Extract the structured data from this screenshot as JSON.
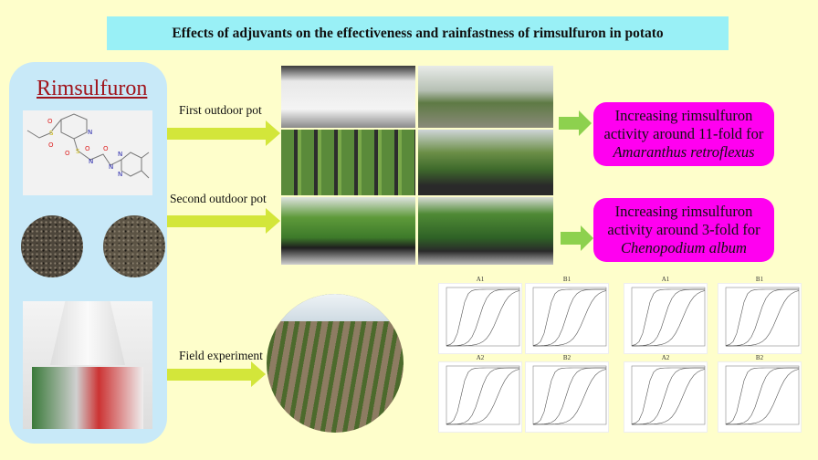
{
  "title": "Effects of adjuvants on the effectiveness and rainfastness of rimsulfuron in potato",
  "left_panel": {
    "heading": "Rimsulfuron",
    "molecule_image": "rimsulfuron-structure",
    "seed_images": [
      "seed-sample-1",
      "seed-sample-2"
    ],
    "product_image": "herbicide-bottle"
  },
  "steps": [
    {
      "label": "First outdoor pot"
    },
    {
      "label": "Second outdoor pot"
    },
    {
      "label": "Field experiment"
    }
  ],
  "results": [
    {
      "line1": "Increasing rimsulfuron",
      "line2": "activity around 11-fold for",
      "species": "Amaranthus retroflexus"
    },
    {
      "line1": "Increasing rimsulfuron",
      "line2": "activity around 3-fold for",
      "species": "Chenopodium album"
    }
  ],
  "chart_panels": [
    "A1",
    "B1",
    "A2",
    "B2",
    "A1",
    "B1",
    "A2",
    "B2"
  ],
  "colors": {
    "title_bg": "#99f0f6",
    "result_bg": "#ff00f0",
    "arrow": "#d3e63a",
    "green_arrow": "#8dd14e",
    "heading": "#a0141c"
  }
}
